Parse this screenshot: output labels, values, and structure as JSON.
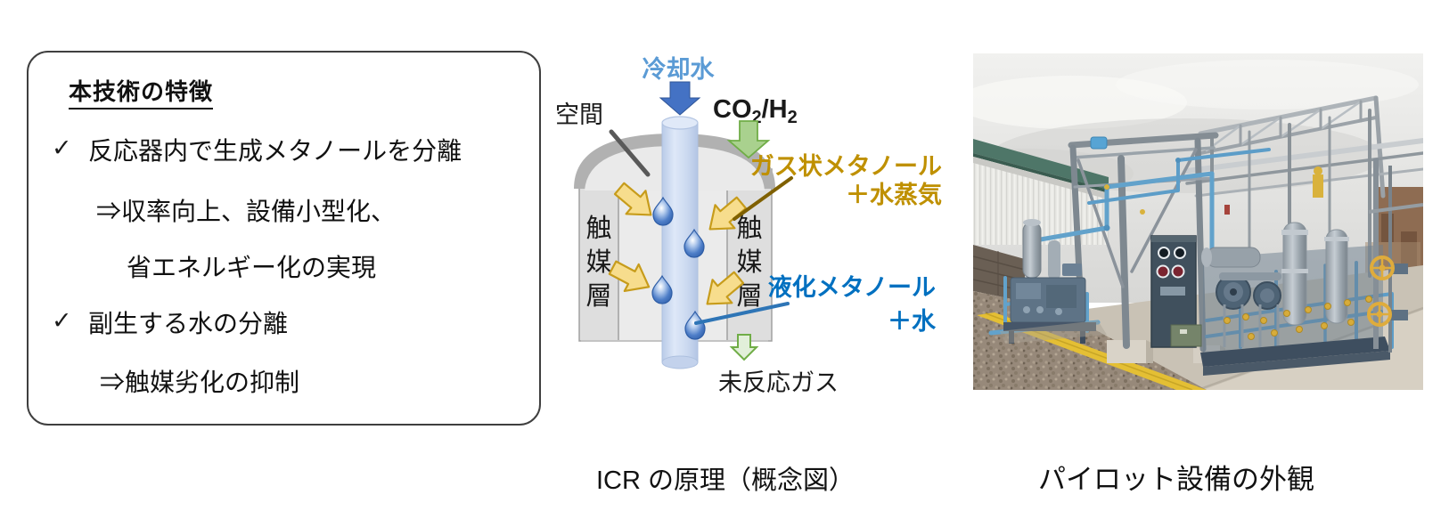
{
  "feature_box": {
    "title": "本技術の特徴",
    "check_marker": "✓",
    "lines": [
      {
        "text": "反応器内で生成メタノールを分離"
      },
      {
        "text": "⇒収率向上、設備小型化、"
      },
      {
        "text": "省エネルギー化の実現"
      },
      {
        "text": "副生する水の分離"
      },
      {
        "text": "⇒触媒劣化の抑制"
      }
    ]
  },
  "diagram": {
    "cooling_water": "冷却水",
    "feed_gas": {
      "p1": "CO",
      "s1": "2",
      "p2": "/H",
      "s2": "2"
    },
    "space_label": "空間",
    "catalyst_chars": {
      "c0": "触",
      "c1": "媒",
      "c2": "層"
    },
    "gas_methanol": {
      "line1": "ガス状メタノール",
      "line2": "＋水蒸気"
    },
    "liquid_methanol": {
      "line1": "液化メタノール",
      "line2": "＋水"
    },
    "unreacted_gas": "未反応ガス",
    "colors": {
      "cooling_water_text": "#5B9BD5",
      "cooling_arrow": "#4472C4",
      "feed_arrow_fill": "#A9D18E",
      "feed_arrow_stroke": "#70AD47",
      "gas_methanol_text": "#BF9000",
      "liquid_methanol_text": "#0070C0",
      "catalyst_arrow_fill": "#F7DD8D",
      "catalyst_arrow_stroke": "#C79C1B",
      "vessel_gray": "#B1B1B1",
      "droplet_blue": "#2E5DA6"
    }
  },
  "captions": {
    "diagram": "ICR の原理（概念図）",
    "photo": "パイロット設備の外観"
  }
}
